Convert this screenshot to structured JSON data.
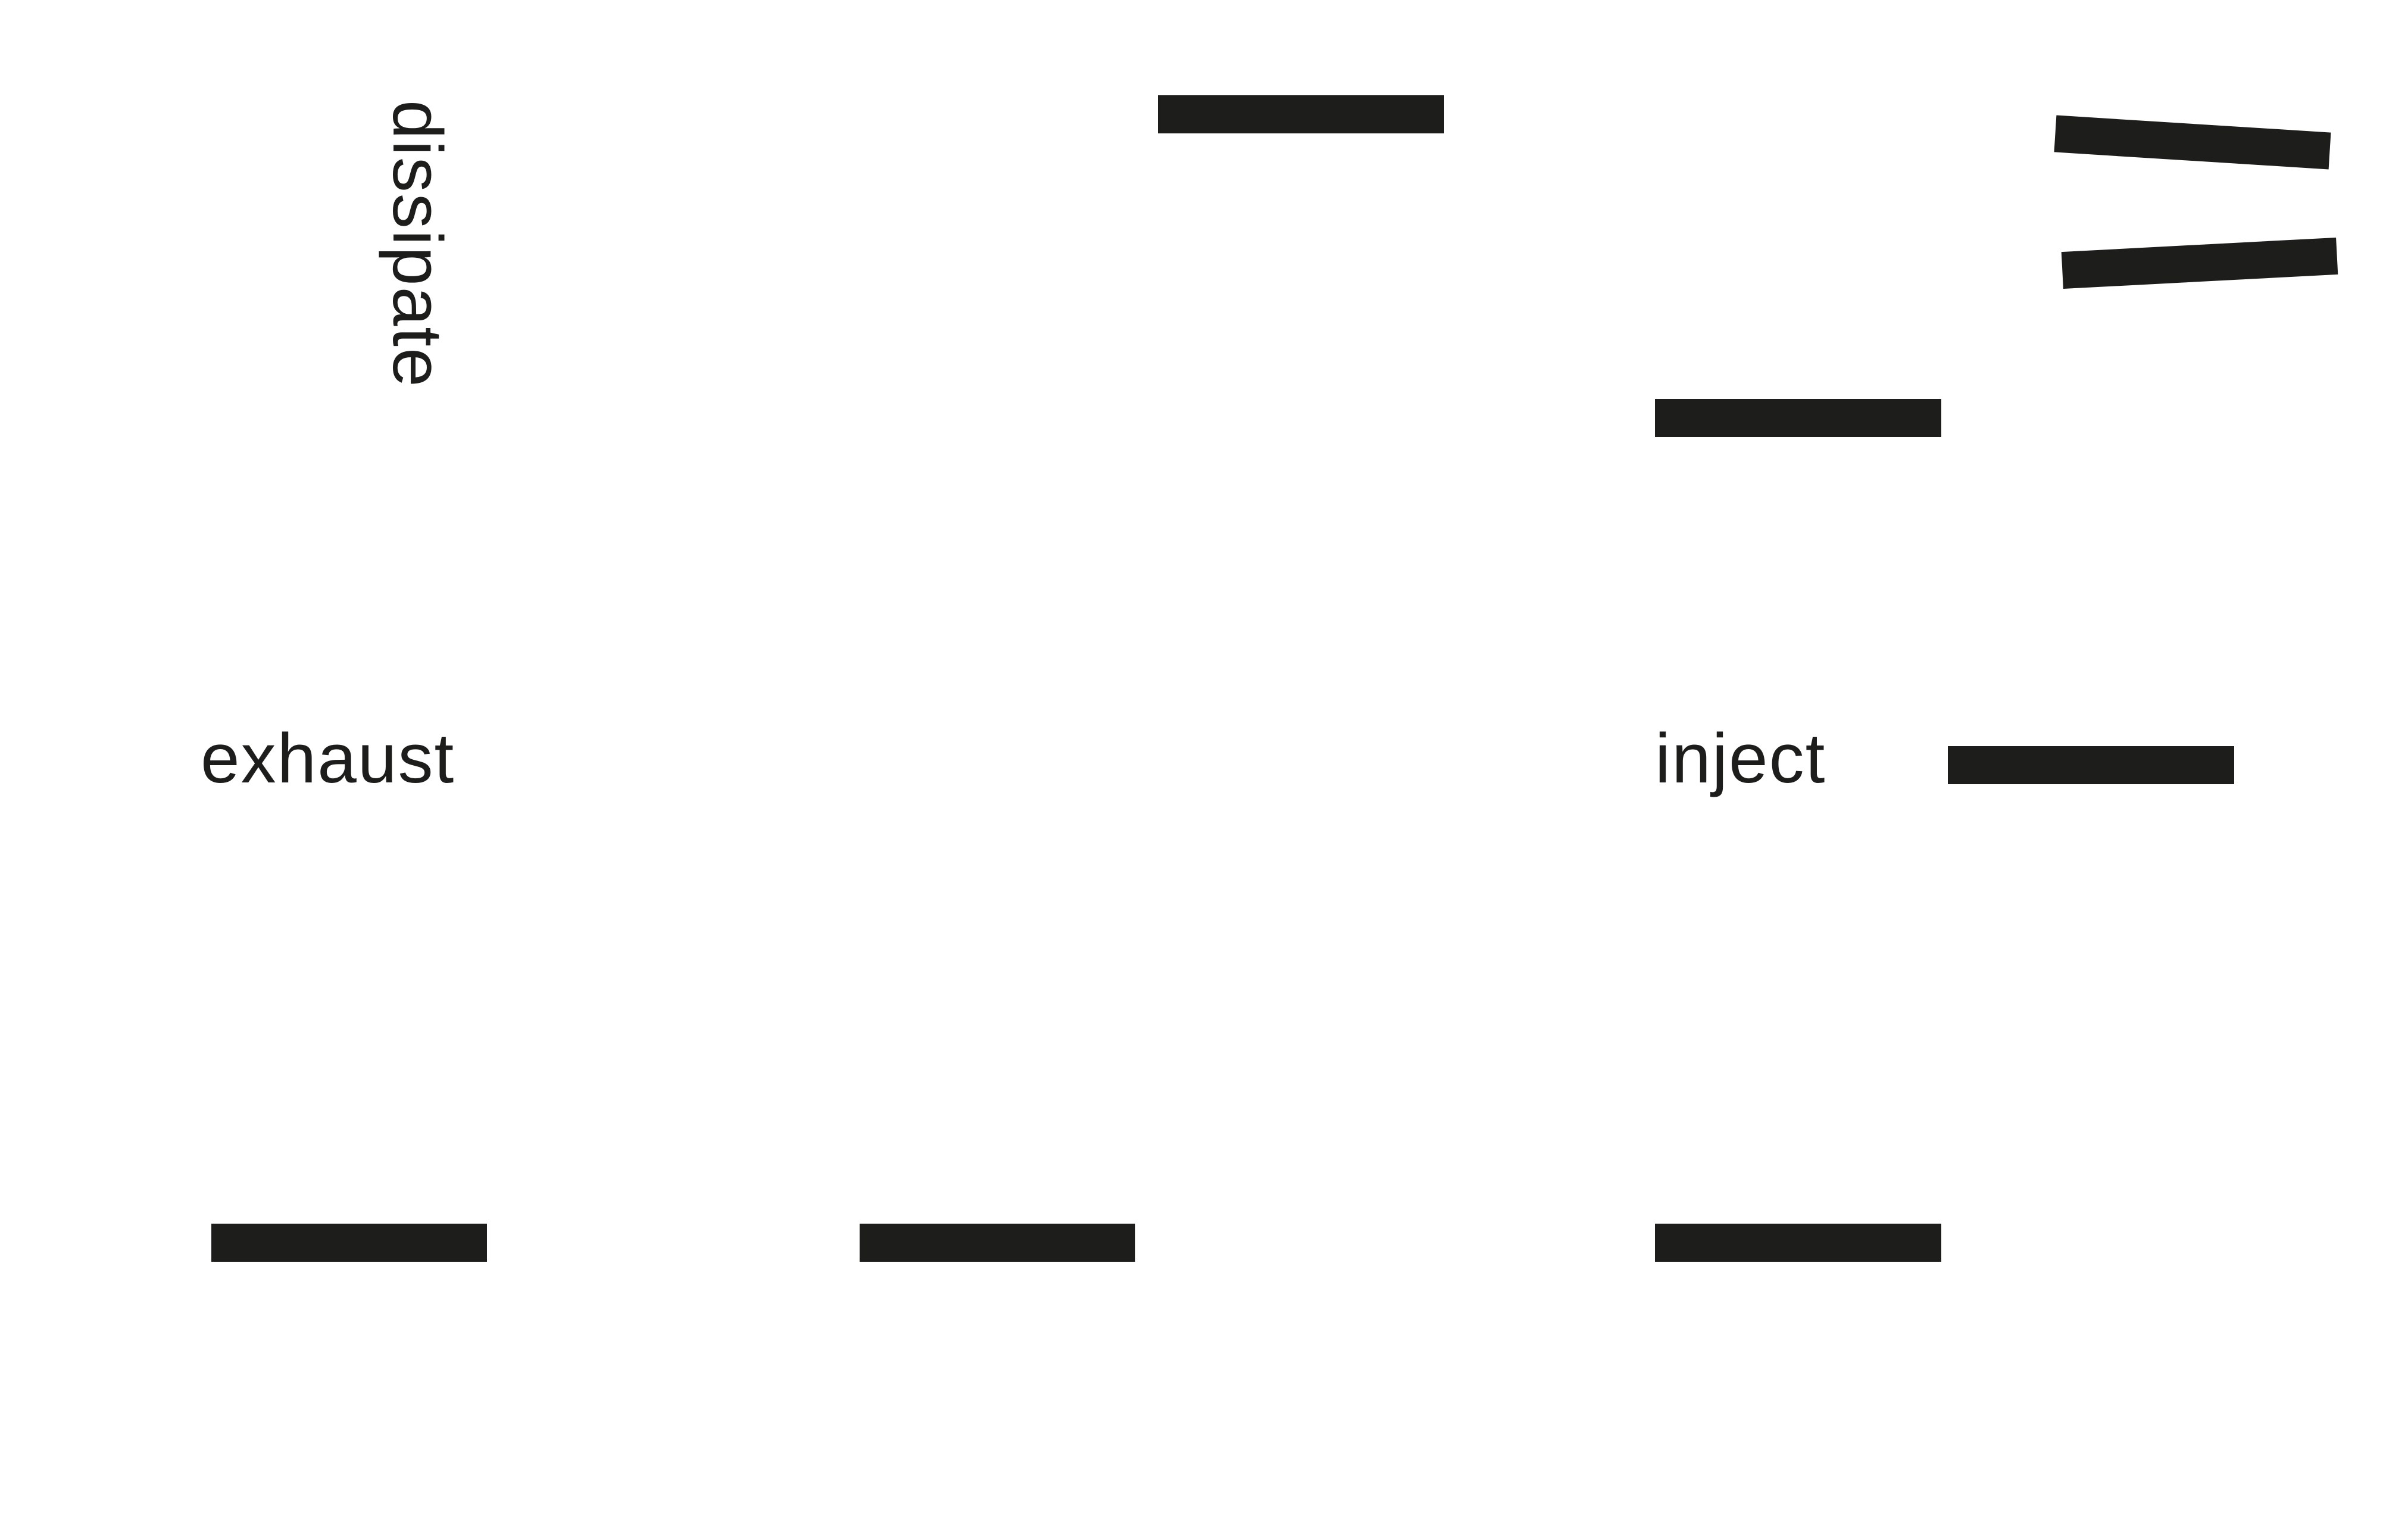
{
  "words": {
    "dissipate": "dissipate",
    "exhaust": "exhaust",
    "inject": "inject"
  },
  "colors": {
    "ink": "#1d1d1b",
    "background": "#ffffff"
  }
}
